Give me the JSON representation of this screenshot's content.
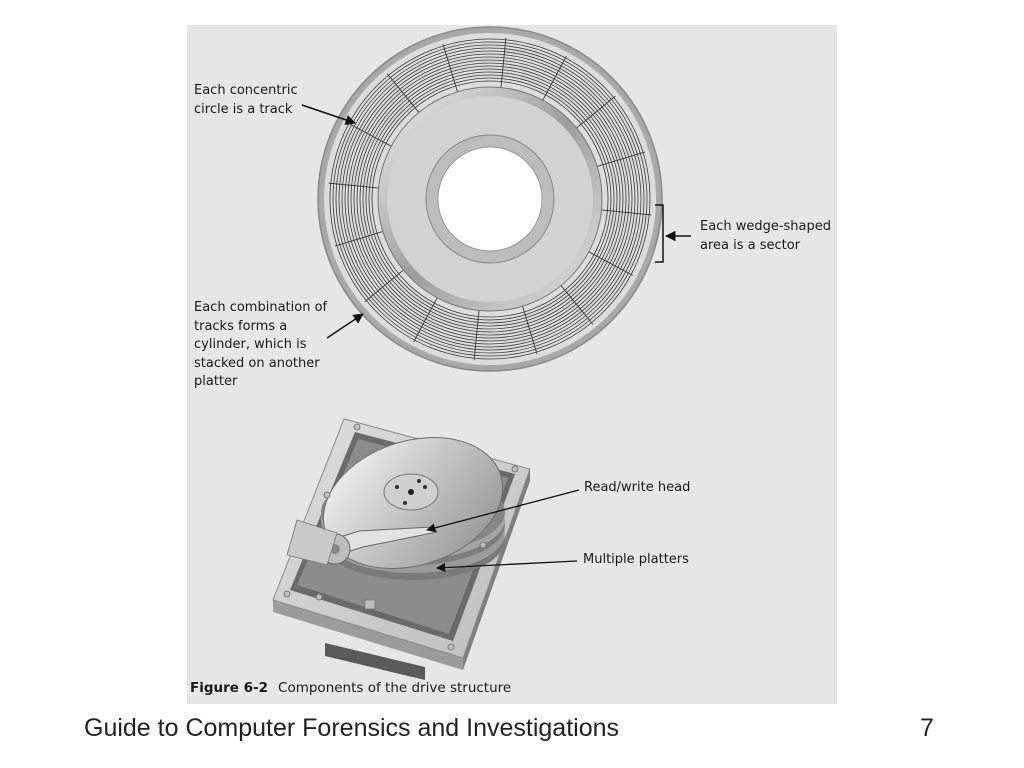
{
  "figure": {
    "labels": {
      "track": [
        "Each concentric",
        "circle is a track"
      ],
      "sector": [
        "Each wedge-shaped",
        "area is a sector"
      ],
      "cylinder": [
        "Each combination of",
        "tracks forms a",
        "cylinder, which is",
        "stacked on another",
        "platter"
      ],
      "head": [
        "Read/write head"
      ],
      "platters": [
        "Multiple platters"
      ]
    },
    "caption": {
      "number": "Figure 6-2",
      "text": "Components of the drive structure"
    }
  },
  "footer": {
    "title": "Guide to Computer Forensics and Investigations",
    "page_number": "7"
  }
}
